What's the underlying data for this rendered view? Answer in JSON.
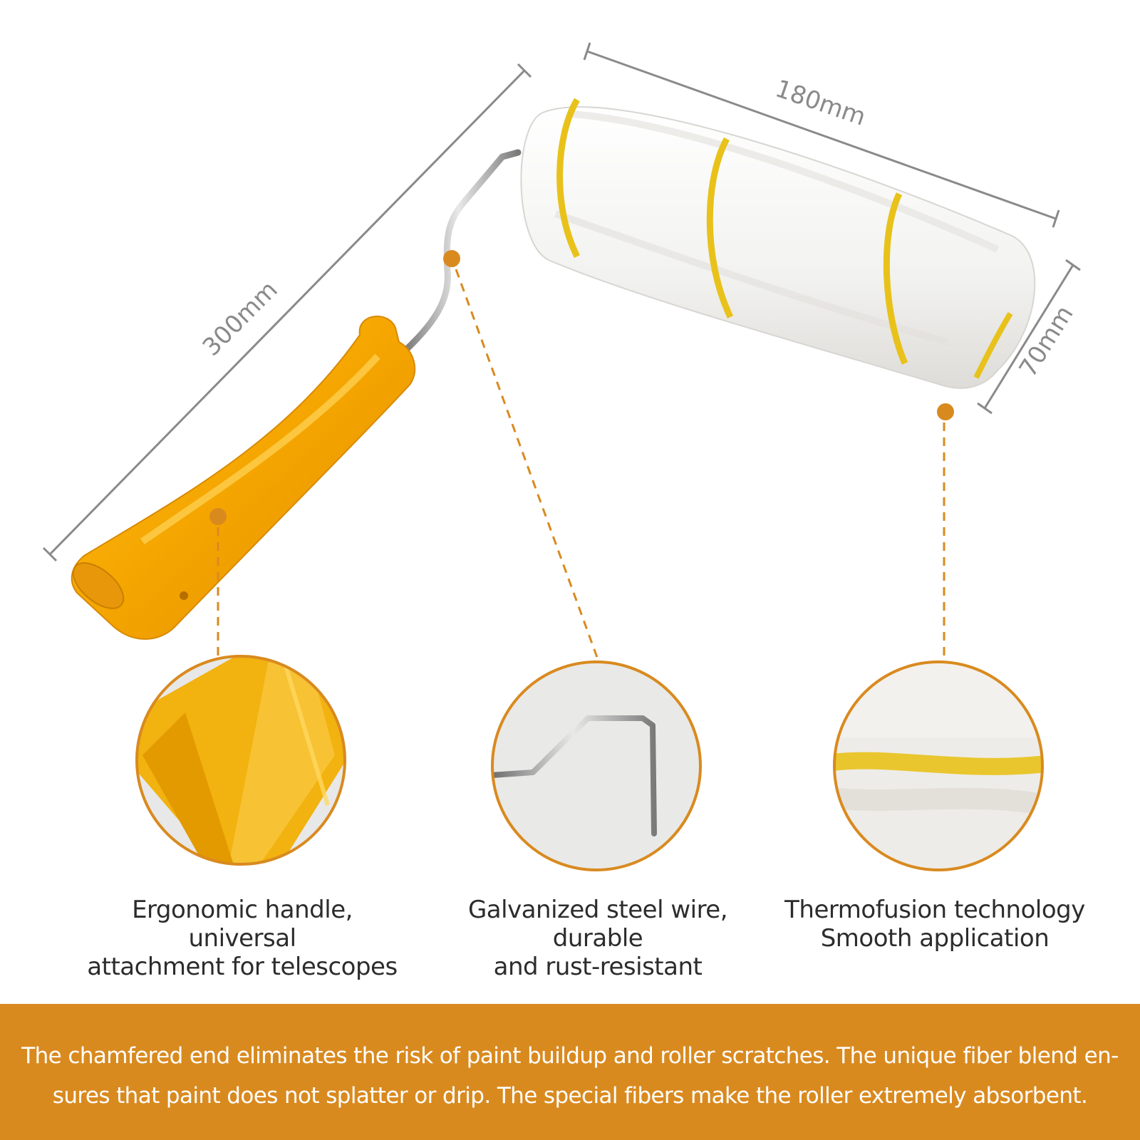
{
  "dimensions": {
    "length": "300mm",
    "roller_width": "180mm",
    "roller_diameter": "70mm"
  },
  "features": [
    {
      "lines": [
        "Ergonomic handle, universal",
        "attachment for telescopes"
      ],
      "icon": "handle-closeup"
    },
    {
      "lines": [
        "Galvanized steel wire, durable",
        "and rust-resistant"
      ],
      "icon": "wire-closeup"
    },
    {
      "lines": [
        "Thermofusion technology",
        "Smooth application"
      ],
      "icon": "fiber-closeup"
    }
  ],
  "banner": {
    "lines": [
      "The chamfered end eliminates the risk of paint buildup and roller scratches. The unique fiber blend en-",
      "sures that paint does not splatter or drip. The special fibers make the roller extremely absorbent."
    ]
  },
  "colors": {
    "accent": "#d98a1f",
    "handle": "#f5a800",
    "stripe": "#e8c21a",
    "dimension_line": "#8a8a8a"
  }
}
